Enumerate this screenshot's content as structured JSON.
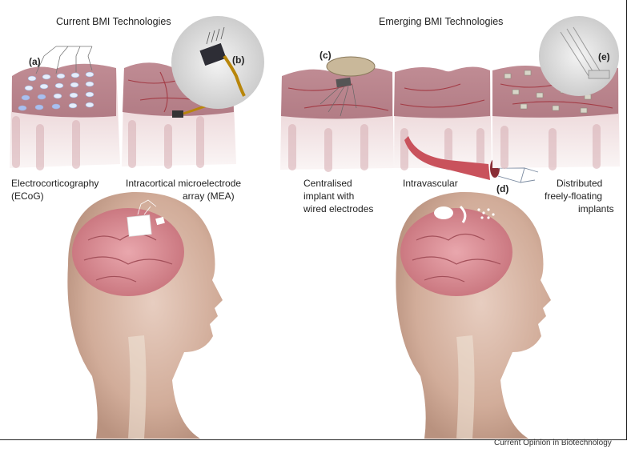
{
  "sections": {
    "current": {
      "title": "Current BMI Technologies"
    },
    "emerging": {
      "title": "Emerging BMI Technologies"
    }
  },
  "panels": {
    "a": {
      "letter": "(a)",
      "caption_line1": "Electrocorticography",
      "caption_line2": "(ECoG)"
    },
    "b": {
      "letter": "(b)",
      "caption_line1": "Intracortical microelectrode",
      "caption_line2": "array (MEA)"
    },
    "c": {
      "letter": "(c)",
      "caption_line1": "Centralised",
      "caption_line2": "implant with",
      "caption_line3": "wired electrodes"
    },
    "d": {
      "letter": "(d)",
      "caption_line1": "Intravascular"
    },
    "e": {
      "letter": "(e)",
      "caption_line1": "Distributed",
      "caption_line2": "freely-floating",
      "caption_line3": "implants"
    }
  },
  "credit": "Current Opinion in Biotechnology",
  "colors": {
    "tissue_top": "#c99aa2",
    "tissue_side": "#e9d4d6",
    "vessel": "#b5434c",
    "skin": "#d9b8a6",
    "brain": "#d7888f",
    "implant_white": "#ffffff"
  }
}
